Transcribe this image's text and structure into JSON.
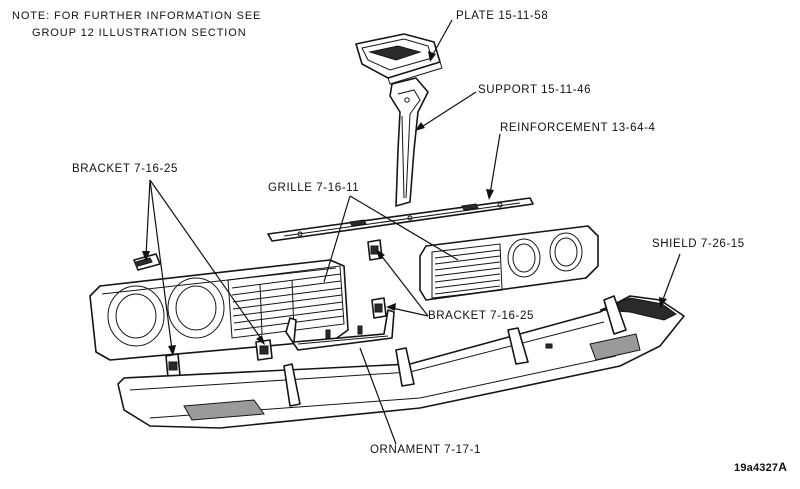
{
  "note": {
    "line1": "NOTE:  FOR FURTHER INFORMATION SEE",
    "line2": "GROUP 12 ILLUSTRATION SECTION"
  },
  "labels": {
    "plate": "PLATE 15-11-58",
    "support": "SUPPORT 15-11-46",
    "reinforcement": "REINFORCEMENT 13-64-4",
    "bracket_left": "BRACKET 7-16-25",
    "grille": "GRILLE 7-16-11",
    "shield": "SHIELD 7-26-15",
    "bracket_right": "BRACKET 7-16-25",
    "ornament": "ORNAMENT 7-17-1"
  },
  "figure_id": "19a4327",
  "figure_suffix": "A"
}
